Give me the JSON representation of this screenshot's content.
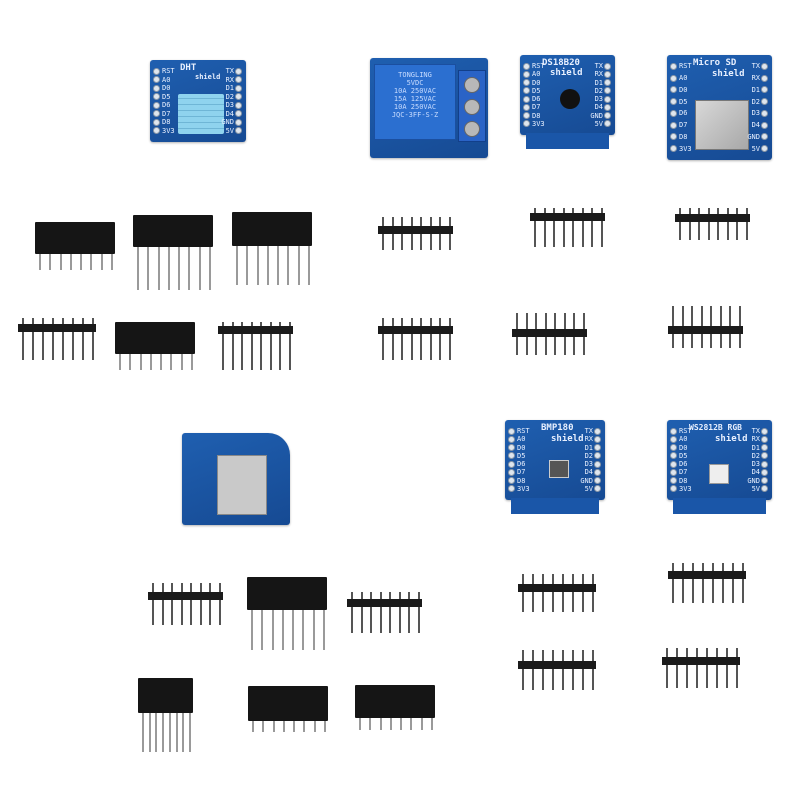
{
  "boards": {
    "dht": {
      "title": "DHT",
      "subtitle": "shield",
      "left_pins": [
        "RST",
        "A0",
        "D0",
        "D5",
        "D6",
        "D7",
        "D8",
        "3V3"
      ],
      "right_pins": [
        "TX",
        "RX",
        "D1",
        "D2",
        "D3",
        "D4",
        "GND",
        "5V"
      ]
    },
    "relay": {
      "lines": [
        "TONGLING",
        "5VDC",
        "10A 250VAC",
        "15A 125VAC",
        "10A 250VAC",
        "JQC-3FF-S-Z"
      ]
    },
    "ds18b20": {
      "title": "DS18B20",
      "subtitle": "shield",
      "left_pins": [
        "RST",
        "A0",
        "D0",
        "D5",
        "D6",
        "D7",
        "D8",
        "3V3"
      ],
      "right_pins": [
        "TX",
        "RX",
        "D1",
        "D2",
        "D3",
        "D4",
        "GND",
        "5V"
      ]
    },
    "microsd": {
      "title": "Micro SD",
      "subtitle": "shield",
      "left_pins": [
        "RST",
        "A0",
        "D0",
        "D5",
        "D6",
        "D7",
        "D8",
        "3V3"
      ],
      "right_pins": [
        "TX",
        "RX",
        "D1",
        "D2",
        "D3",
        "D4",
        "GND",
        "5V"
      ]
    },
    "bmp180": {
      "title": "BMP180",
      "subtitle": "shield",
      "left_pins": [
        "RST",
        "A0",
        "D0",
        "D5",
        "D6",
        "D7",
        "D8",
        "3V3"
      ],
      "right_pins": [
        "TX",
        "RX",
        "D1",
        "D2",
        "D3",
        "D4",
        "GND",
        "5V"
      ]
    },
    "ws2812b": {
      "title": "WS2812B RGB",
      "subtitle": "shield",
      "left_pins": [
        "RST",
        "A0",
        "D0",
        "D5",
        "D6",
        "D7",
        "D8",
        "3V3"
      ],
      "right_pins": [
        "TX",
        "RX",
        "D1",
        "D2",
        "D3",
        "D4",
        "GND",
        "5V"
      ]
    }
  },
  "colors": {
    "pcb": "#1f5fb0",
    "header": "#151515",
    "pin": "#9a9a9a",
    "background": "#ffffff"
  }
}
